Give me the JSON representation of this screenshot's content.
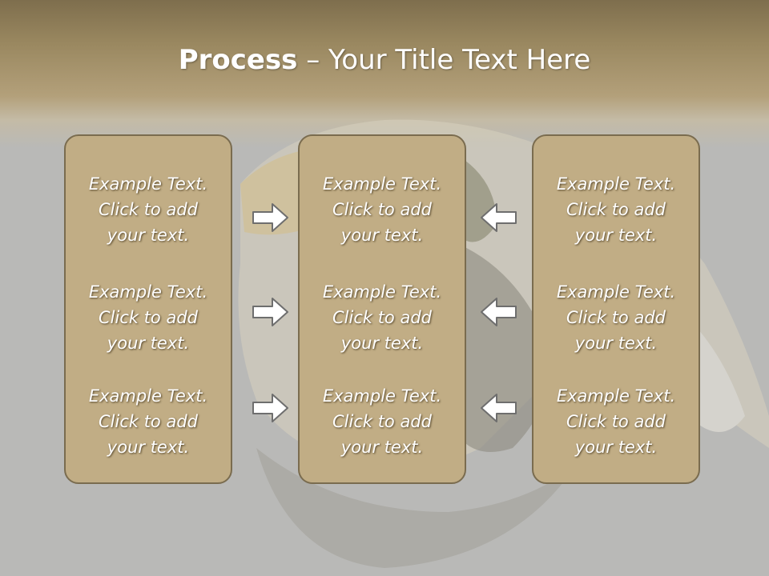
{
  "slide": {
    "title_bold": "Process",
    "title_rest": " – Your Title Text Here"
  },
  "colors": {
    "header": "#9a8860",
    "background": "#b9b9b7",
    "box_fill": "#c1ad85",
    "box_border": "#7a6c4f",
    "arrow_fill": "#ffffff",
    "arrow_stroke": "#6e6e6e",
    "text": "#ffffff"
  },
  "columns": [
    {
      "blocks": [
        {
          "line1": "Example Text.",
          "line2": "Click  to add",
          "line3": "your text."
        },
        {
          "line1": "Example Text.",
          "line2": "Click  to add",
          "line3": "your text."
        },
        {
          "line1": "Example Text.",
          "line2": "Click  to add",
          "line3": "your text."
        }
      ]
    },
    {
      "blocks": [
        {
          "line1": "Example Text.",
          "line2": "Click  to add",
          "line3": "your text."
        },
        {
          "line1": "Example Text.",
          "line2": "Click  to add",
          "line3": "your text."
        },
        {
          "line1": "Example Text.",
          "line2": "Click  to add",
          "line3": "your text."
        }
      ]
    },
    {
      "blocks": [
        {
          "line1": "Example Text.",
          "line2": "Click  to add",
          "line3": "your text."
        },
        {
          "line1": "Example Text.",
          "line2": "Click  to add",
          "line3": "your text."
        },
        {
          "line1": "Example Text.",
          "line2": "Click  to add",
          "line3": "your text."
        }
      ]
    }
  ],
  "arrows": {
    "left_group": "arrow-right-icon",
    "right_group": "arrow-left-icon"
  }
}
